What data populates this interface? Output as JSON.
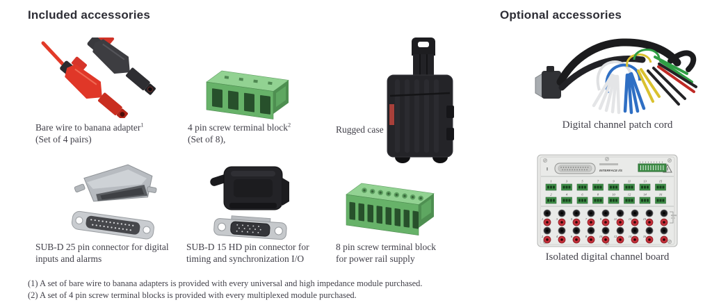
{
  "headings": {
    "included": "Included accessories",
    "optional": "Optional accessories"
  },
  "included_items": [
    {
      "line1": "Bare wire to banana adapter",
      "sup": "1",
      "line2": "(Set of 4 pairs)",
      "icon": "bare-wire-banana-adapter"
    },
    {
      "line1": "4 pin screw terminal block",
      "sup": "2",
      "line2": "(Set of 8),",
      "icon": "terminal-block-4pin"
    },
    {
      "line1": "Rugged case",
      "sup": "",
      "line2": "",
      "icon": "rugged-case"
    },
    {
      "line1": "SUB-D 25 pin connector for digital",
      "sup": "",
      "line2": "inputs and alarms",
      "icon": "sub-d-25-connector"
    },
    {
      "line1": "SUB-D 15 HD pin connector for",
      "sup": "",
      "line2": "timing and synchronization I/O",
      "icon": "sub-d-15-hd-connector"
    },
    {
      "line1": "8 pin screw terminal block",
      "sup": "",
      "line2": "for power rail supply",
      "icon": "terminal-block-8pin"
    }
  ],
  "optional_items": [
    {
      "caption": "Digital channel patch cord",
      "icon": "digital-channel-patch-cord"
    },
    {
      "caption": "Isolated digital channel board",
      "icon": "isolated-digital-channel-board"
    }
  ],
  "board": {
    "label": "INTERFACE I/S",
    "odd_channels": [
      "1",
      "3",
      "5",
      "7",
      "9",
      "11",
      "13",
      "15"
    ],
    "even_channels": [
      "2",
      "4",
      "6",
      "8",
      "10",
      "12",
      "14",
      "16"
    ]
  },
  "footnotes": {
    "line1": "(1) A set of bare wire to banana adapters is provided with every universal and high impedance module purchased.",
    "line2": "(2) A set of 4 pin screw terminal blocks is provided with every multiplexed module purchased."
  },
  "colors": {
    "terminal_green": "#67b269",
    "plug_red": "#d6352b",
    "jack_red": "#c5303a",
    "lead_blue": "#2f6fc4",
    "lead_yellow": "#d9c12f",
    "lead_green": "#2f9e44",
    "heading_text": "#2d2d35",
    "caption_text": "#403f48"
  }
}
